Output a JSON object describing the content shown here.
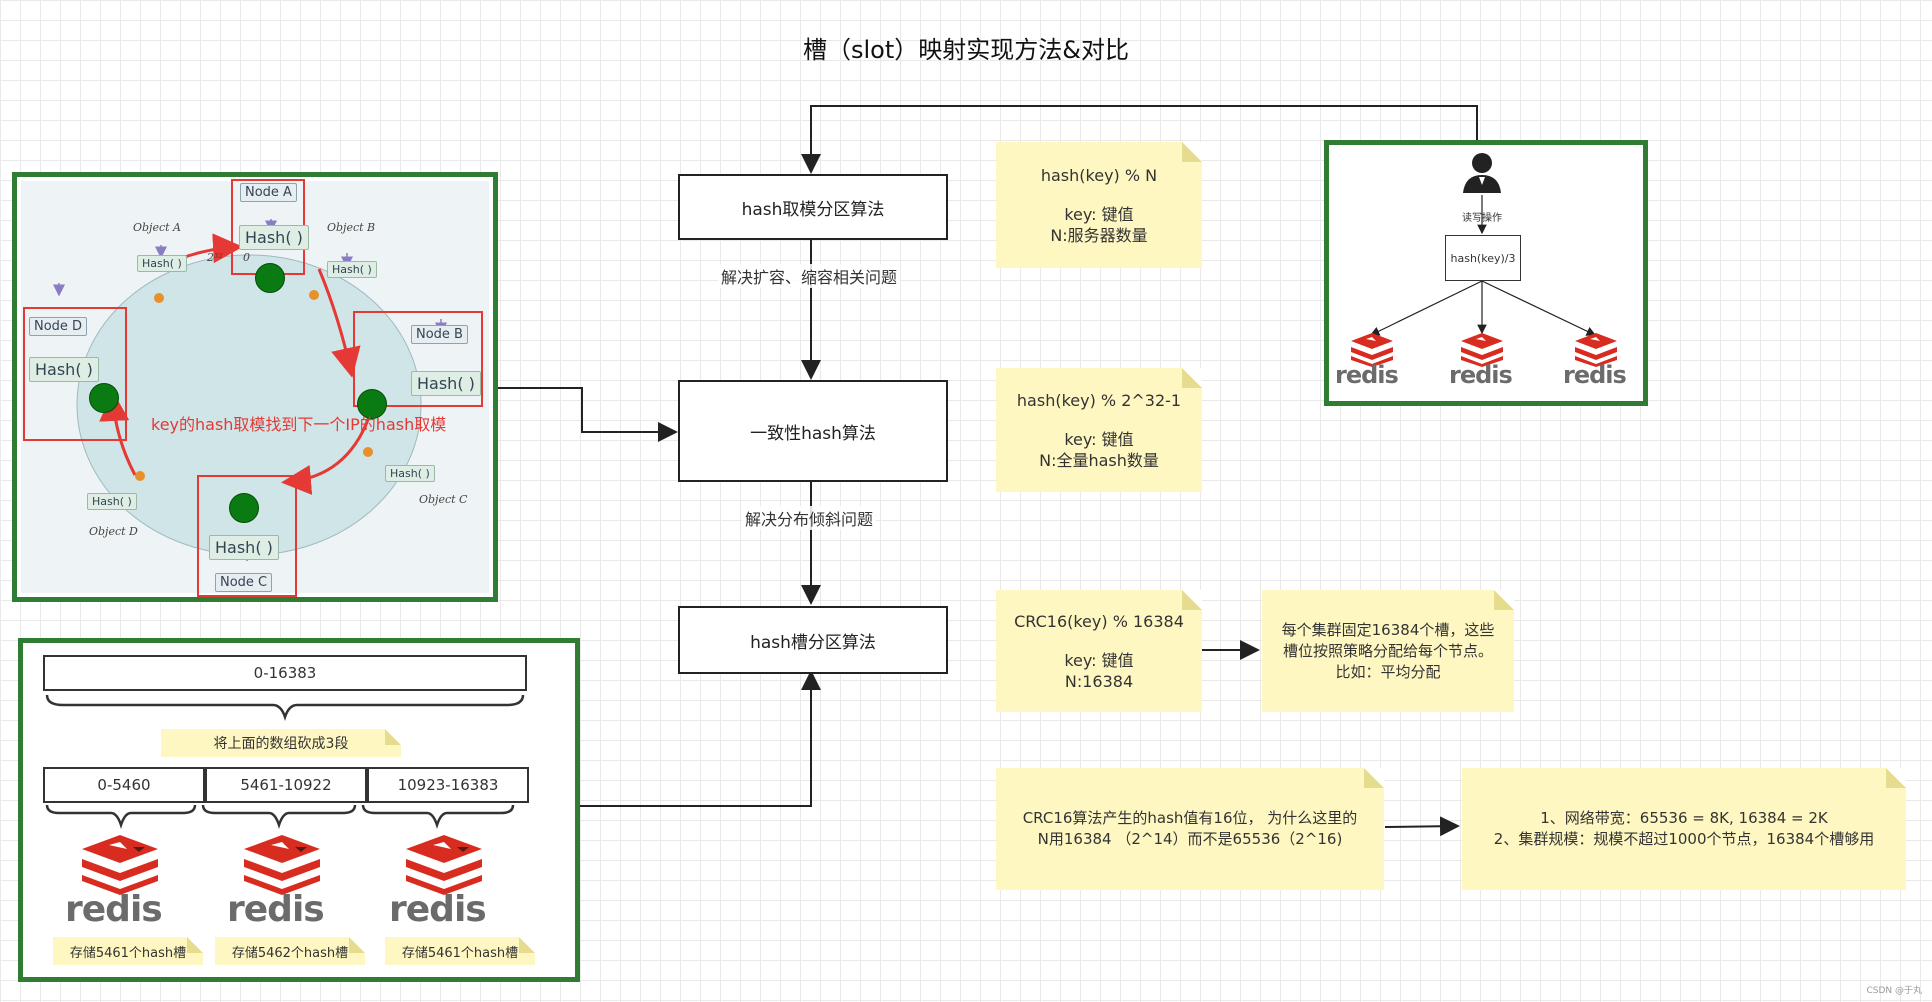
{
  "title": "槽（slot）映射实现方法&对比",
  "flow": {
    "box1": "hash取模分区算法",
    "box2": "一致性hash算法",
    "box3": "hash槽分区算法",
    "label1": "解决扩容、缩容相关问题",
    "label2": "解决分布倾斜问题"
  },
  "notes": {
    "n1": {
      "formula": "hash(key) % N",
      "line1": "key: 键值",
      "line2": "N:服务器数量"
    },
    "n2": {
      "formula": "hash(key) % 2^32-1",
      "line1": "key: 键值",
      "line2": "N:全量hash数量"
    },
    "n3": {
      "formula": "CRC16(key) % 16384",
      "line1": "key: 键值",
      "line2": "N:16384"
    },
    "n4": {
      "line1": "每个集群固定16384个槽，这些",
      "line2": "槽位按照策略分配给每个节点。",
      "line3": "比如：平均分配"
    },
    "n5": {
      "line1": "CRC16算法产生的hash值有16位， 为什么这里的",
      "line2": "N用16384 （2^14）而不是65536（2^16)"
    },
    "n6": {
      "line1": "1、网络带宽：65536 = 8K, 16384 = 2K",
      "line2": "2、集群规模：规模不超过1000个节点，16384个槽够用"
    }
  },
  "ring": {
    "node_a": "Node A",
    "node_b": "Node B",
    "node_c": "Node C",
    "node_d": "Node D",
    "hash": "Hash( )",
    "hash_small": "Hash( )",
    "object_a": "Object A",
    "object_b": "Object B",
    "object_c": "Object C",
    "object_d": "Object D",
    "zero": "0",
    "two32": "2³²",
    "red_caption": "key的hash取模找到下一个IP的hash取模"
  },
  "mod_panel": {
    "op_label": "读写操作",
    "hash_label": "hash(key)/3",
    "redis_word": "redis"
  },
  "slot_panel": {
    "full_range": "0-16383",
    "split_note": "将上面的数组砍成3段",
    "ranges": [
      "0-5460",
      "5461-10922",
      "10923-16383"
    ],
    "stores": [
      "存储5461个hash槽",
      "存储5462个hash槽",
      "存储5461个hash槽"
    ],
    "redis_word": "redis"
  },
  "colors": {
    "green_frame": "#2e7d32",
    "red_highlight": "#e53935",
    "note_yellow": "#fff7c2",
    "redis_red": "#d82c20"
  },
  "watermark": "CSDN @于丸"
}
